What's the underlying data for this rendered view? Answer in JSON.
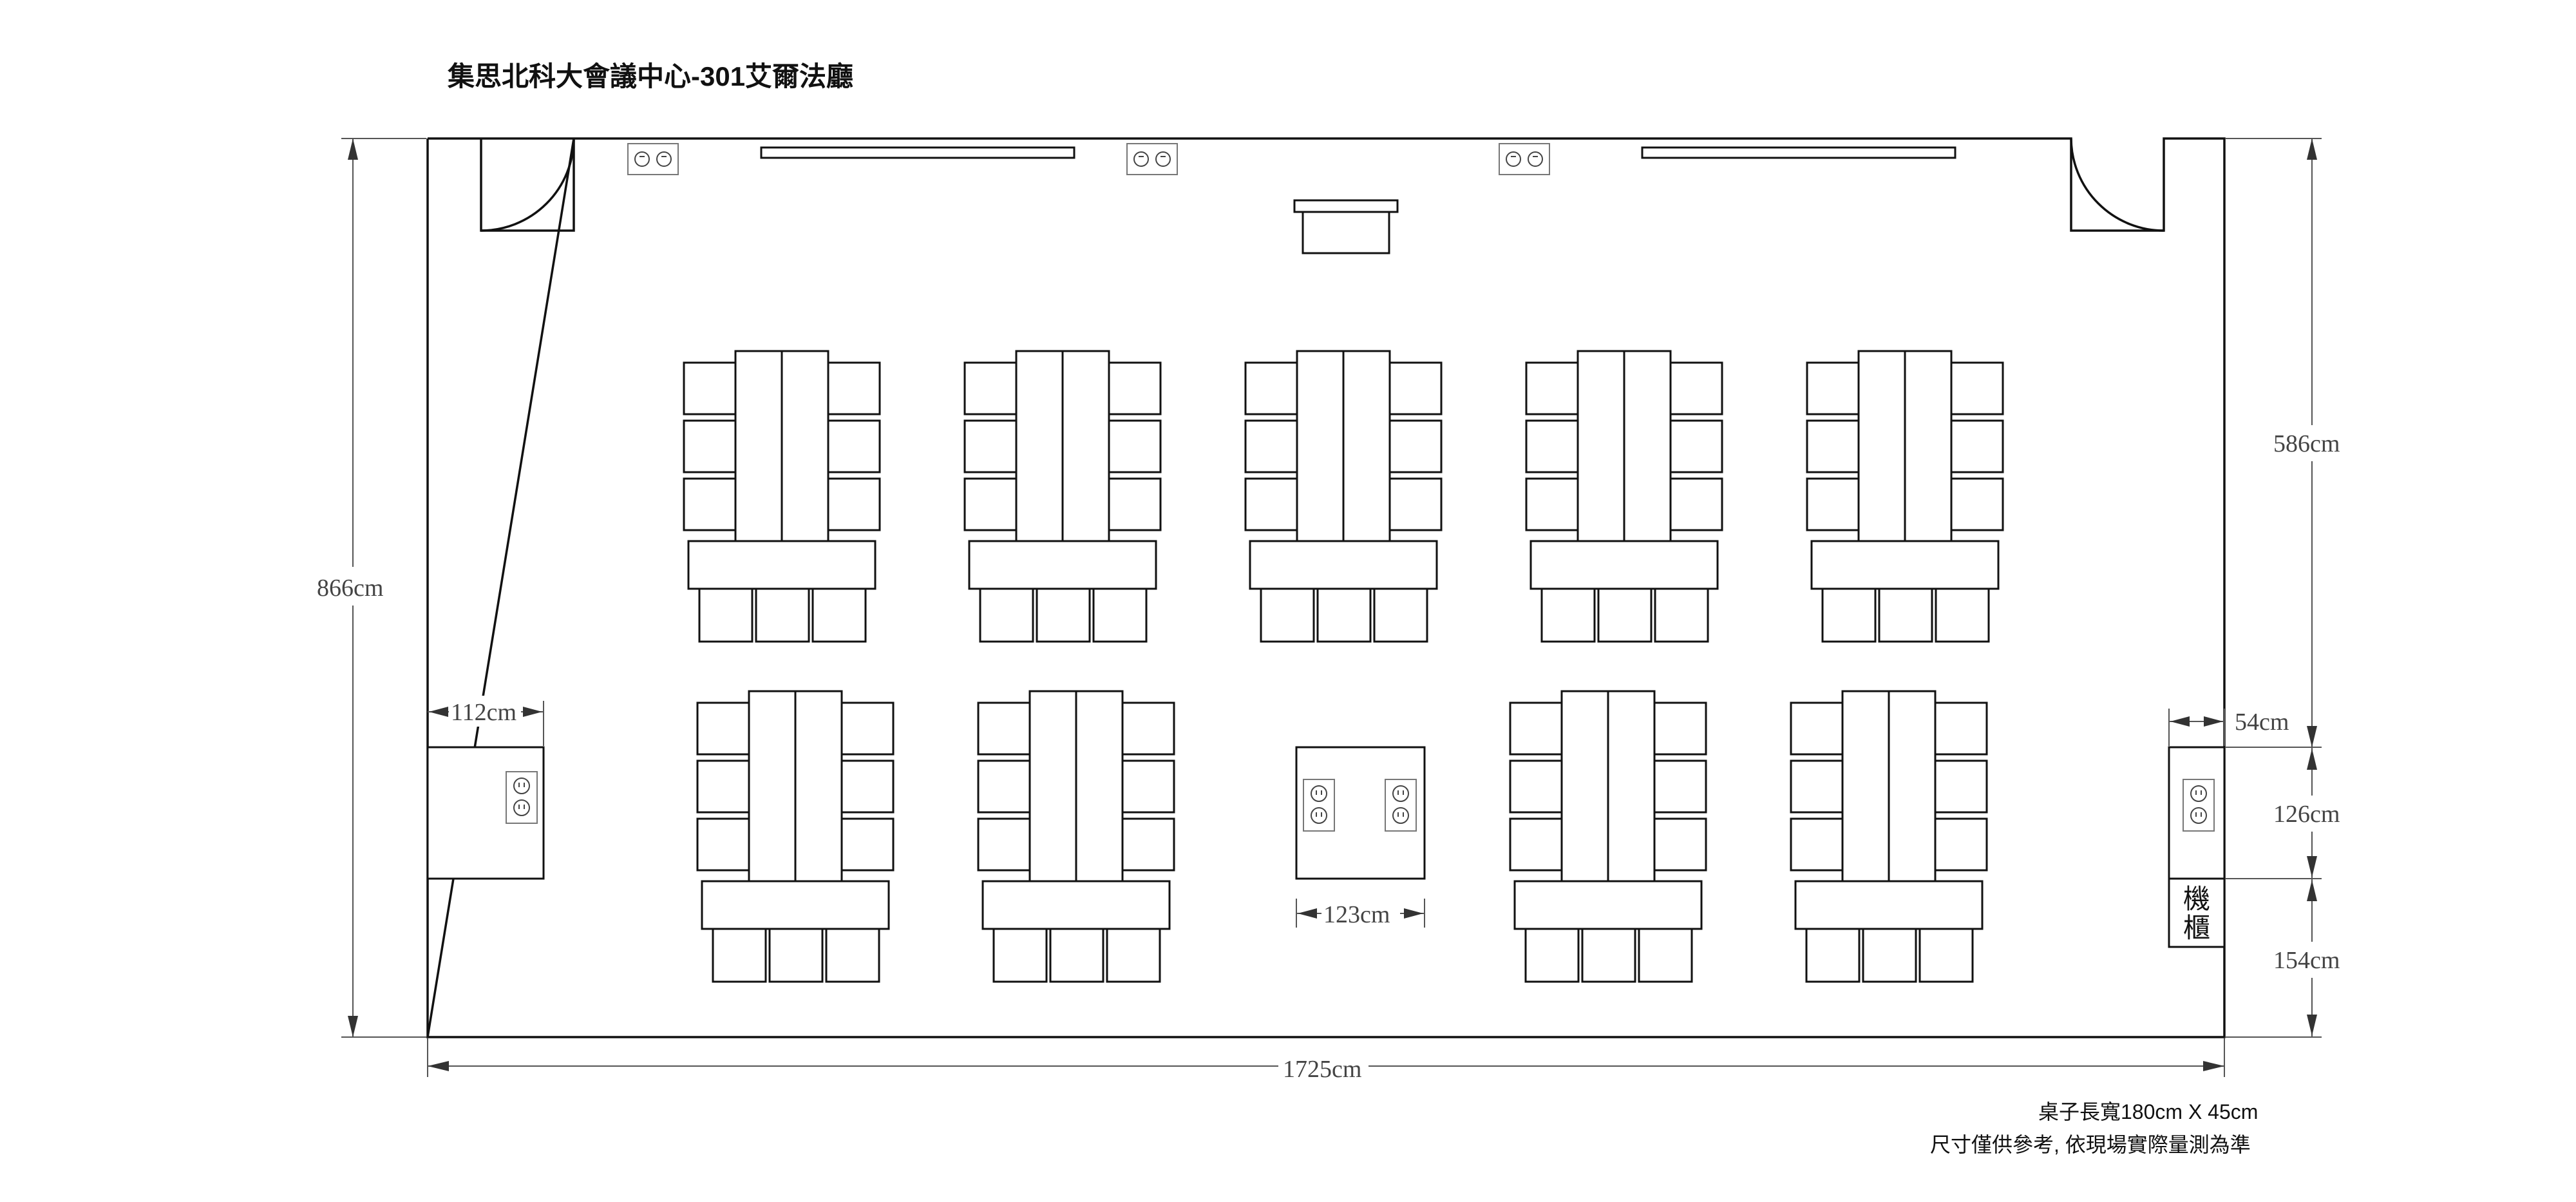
{
  "title": "集思北科大會議中心-301艾爾法廳",
  "dimensions": {
    "total_width": "1725cm",
    "total_height": "866cm",
    "right_top": "586cm",
    "right_gap": "54cm",
    "right_middle": "126cm",
    "right_bottom": "154cm",
    "left_desk_width": "112cm",
    "center_box_width": "123cm"
  },
  "cabinet_label": "機\n櫃",
  "cabinet_label_line1": "機",
  "cabinet_label_line2": "櫃",
  "notes": {
    "table_size": "桌子長寬180cm X 45cm",
    "disclaimer": "尺寸僅供參考, 依現場實際量測為準"
  },
  "layout": {
    "top_row_table_groups": 5,
    "bottom_row_table_groups": 4,
    "chairs_per_side": 3,
    "chairs_at_head": 3
  }
}
